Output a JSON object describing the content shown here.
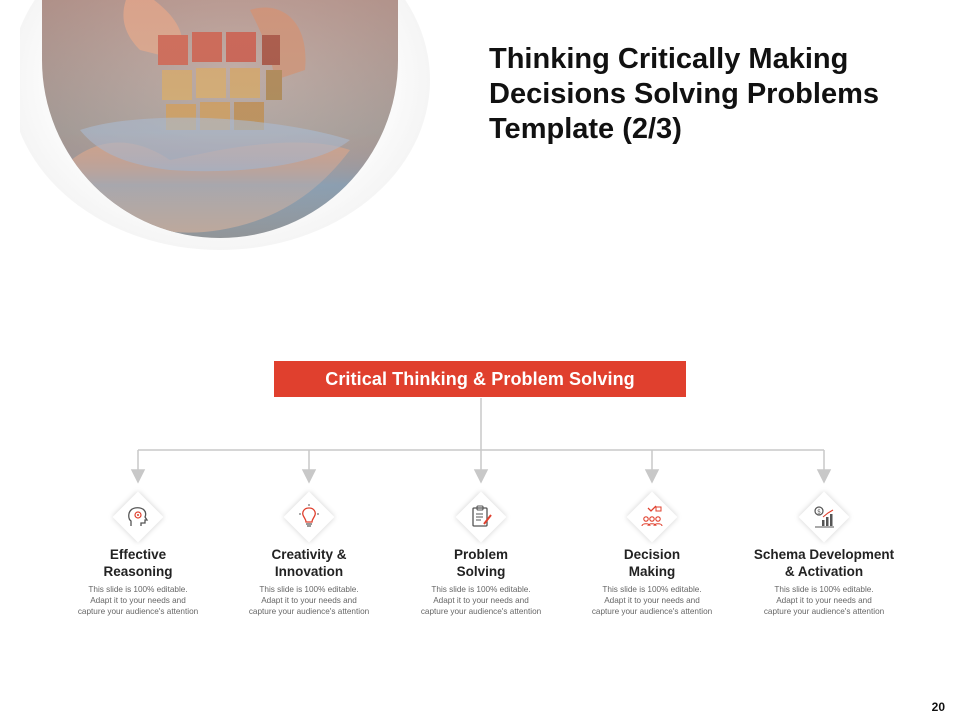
{
  "slide": {
    "title": "Thinking Critically Making\nDecisions Solving Problems\nTemplate (2/3)",
    "banner": "Critical Thinking & Problem Solving",
    "page_number": "20",
    "accent_color": "#e0402e",
    "items": [
      {
        "title": "Effective\nReasoning",
        "description": "This slide is 100% editable.\nAdapt it to your needs and\ncapture your audience's attention",
        "icon": "head-gear-icon"
      },
      {
        "title": "Creativity &\nInnovation",
        "description": "This slide is 100% editable.\nAdapt it to your needs and\ncapture your audience's attention",
        "icon": "lightbulb-icon"
      },
      {
        "title": "Problem\nSolving",
        "description": "This slide is 100% editable.\nAdapt it to your needs and\ncapture your audience's attention",
        "icon": "clipboard-pencil-icon"
      },
      {
        "title": "Decision\nMaking",
        "description": "This slide is 100% editable.\nAdapt it to your needs and\ncapture your audience's attention",
        "icon": "team-icon"
      },
      {
        "title": "Schema Development\n& Activation",
        "description": "This slide is 100% editable.\nAdapt it to your needs and\ncapture your audience's attention",
        "icon": "growth-chart-icon"
      }
    ]
  }
}
